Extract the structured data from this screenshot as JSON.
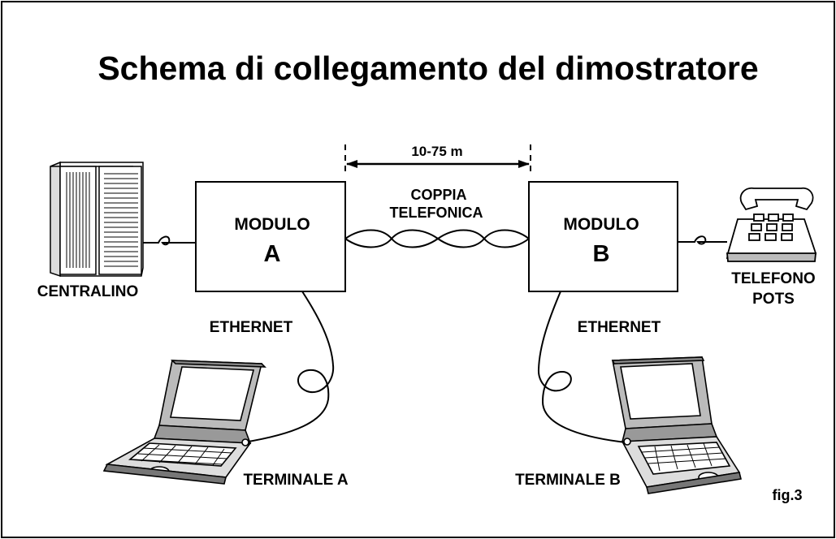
{
  "title": "Schema di collegamento del dimostratore",
  "distance": "10-75 m",
  "pair": {
    "line1": "COPPIA",
    "line2": "TELEFONICA"
  },
  "module_a": {
    "line1": "MODULO",
    "line2": "A"
  },
  "module_b": {
    "line1": "MODULO",
    "line2": "B"
  },
  "pbx_label": "CENTRALINO",
  "phone_label": {
    "line1": "TELEFONO",
    "line2": "POTS"
  },
  "ethernet_a": "ETHERNET",
  "ethernet_b": "ETHERNET",
  "terminal_a": "TERMINALE A",
  "terminal_b": "TERMINALE B",
  "figure_ref": "fig.3",
  "icons": [
    "pbx-cabinet-icon",
    "telephone-icon",
    "laptop-icon"
  ],
  "colors": {
    "ink": "#000000",
    "background": "#ffffff",
    "device_fill": "#ffffff"
  }
}
